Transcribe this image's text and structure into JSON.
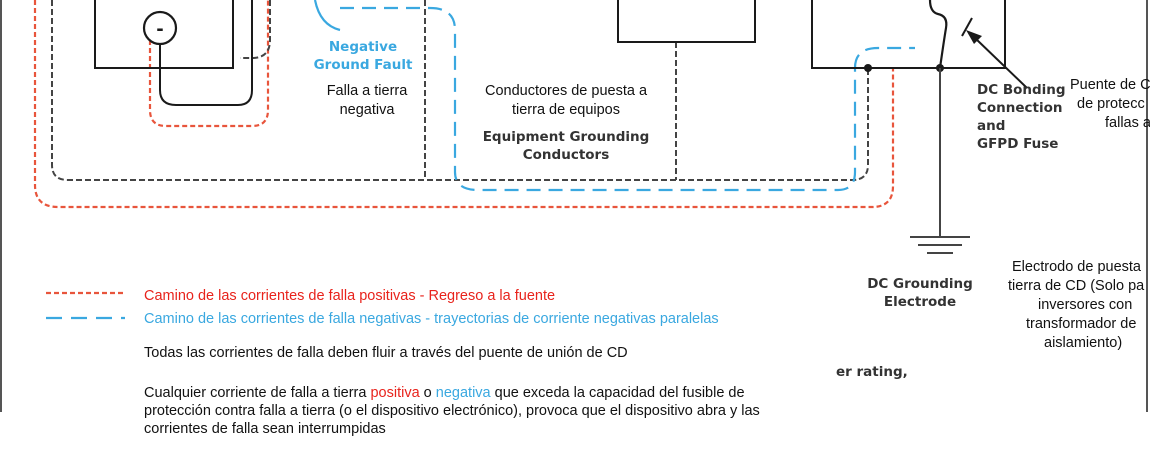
{
  "labels": {
    "negative_ground_fault_en": [
      "Negative",
      "Ground Fault"
    ],
    "negative_ground_fault_es": [
      "Falla a tierra",
      "negativa"
    ],
    "equipment_grounding_es": [
      "Conductores de puesta a",
      "tierra de equipos"
    ],
    "equipment_grounding_en": [
      "Equipment Grounding",
      "Conductors"
    ],
    "dc_bonding_en": [
      "DC Bonding",
      "Connection",
      "and",
      "GFPD Fuse"
    ],
    "dc_bonding_es": [
      "Puente de C",
      "de protecc",
      "fallas a"
    ],
    "dc_grounding_en": [
      "DC Grounding",
      "Electrode"
    ],
    "dc_grounding_es": [
      "Electrodo de puesta",
      "tierra de CD (Solo pa",
      "inversores con",
      "transformador de",
      "aislamiento)"
    ],
    "minus_sign": "-",
    "er_rating": "er rating,"
  },
  "legend": {
    "positive": "Camino de las corrientes de falla positivas - Regreso a la fuente",
    "negative": "Camino de las corrientes de falla negativas - trayectorias de corriente negativas paralelas"
  },
  "text": {
    "all_fault": "Todas las corrientes de falla deben fluir a través del puente de unión de CD",
    "any_fault_pre": "Cualquier corriente de falla a tierra ",
    "any_fault_pos": "positiva",
    "any_fault_mid": " o ",
    "any_fault_neg": "negativa",
    "any_fault_post": " que exceda la capacidad del fusible de",
    "line2": "protección contra falla a tierra (o el dispositivo electrónico), provoca que el dispositivo abra y las",
    "line3": "corrientes de falla sean interrumpidas"
  },
  "colors": {
    "positive_path": "#e8553c",
    "negative_path": "#3aa8e0",
    "ground_path": "#444444",
    "line": "#1a1a1a"
  }
}
